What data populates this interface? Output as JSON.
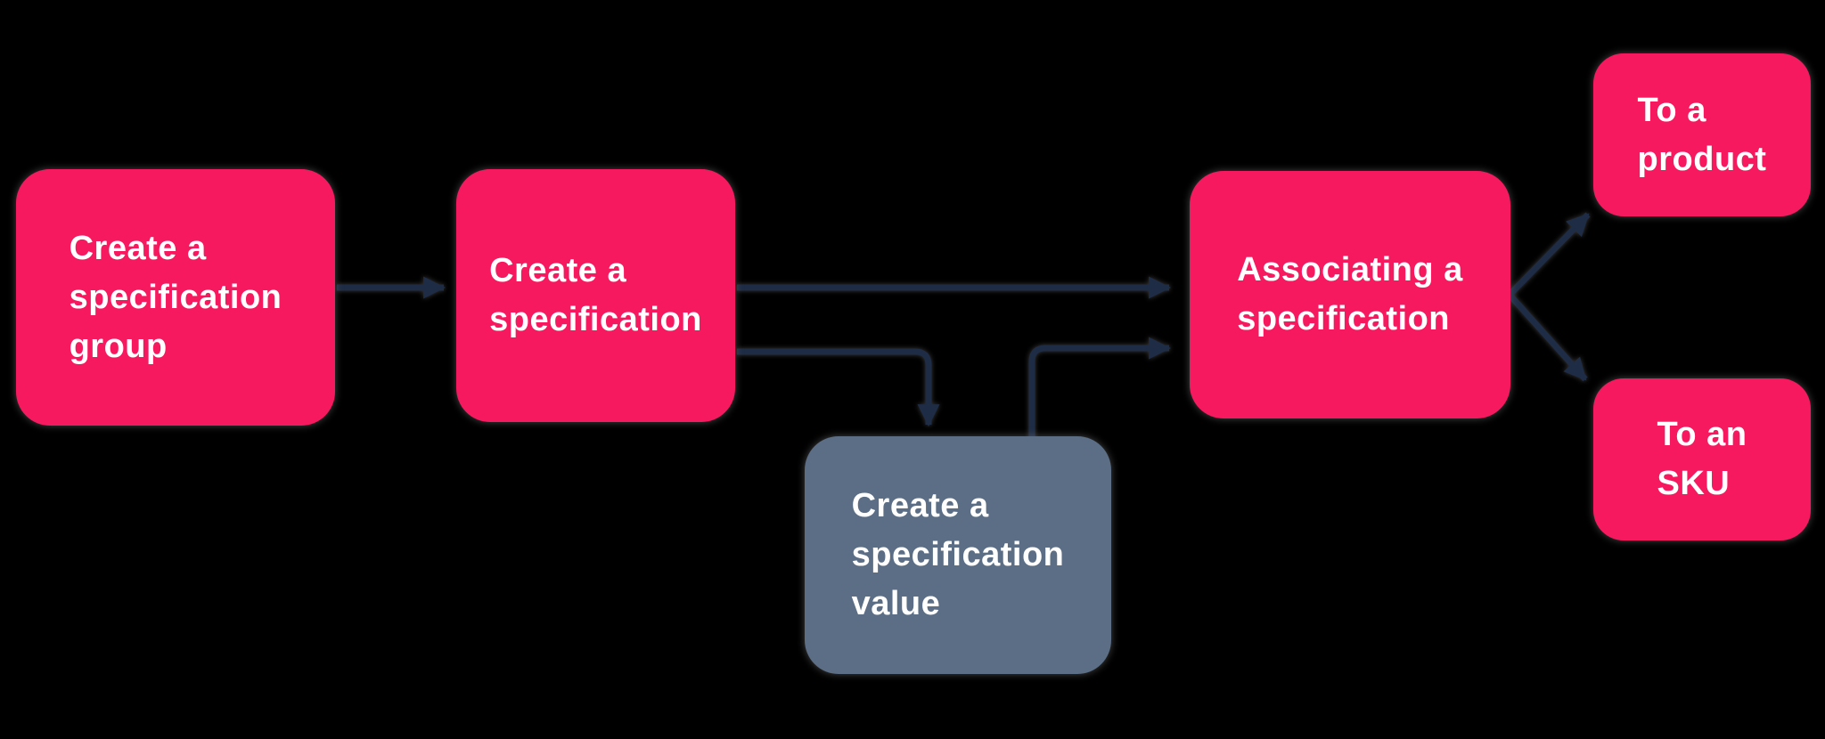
{
  "canvas": {
    "background": "#000000"
  },
  "colors": {
    "node_pink": "#F71960",
    "node_slate": "#5B6E85",
    "arrow": "#1E2C45",
    "label_text": "#FFFFFF"
  },
  "nodes": [
    {
      "id": "create-specification-group",
      "color": "pink",
      "lines": [
        "Create a",
        "specification",
        "group"
      ]
    },
    {
      "id": "create-specification",
      "color": "pink",
      "lines": [
        "Create a",
        "specification"
      ]
    },
    {
      "id": "create-specification-value",
      "color": "slate",
      "lines": [
        "Create a",
        "specification",
        "value"
      ]
    },
    {
      "id": "associating-a-specification",
      "color": "pink",
      "lines": [
        "Associating a",
        "specification"
      ]
    },
    {
      "id": "to-a-product",
      "color": "pink",
      "lines": [
        "To a",
        "product"
      ]
    },
    {
      "id": "to-an-sku",
      "color": "pink",
      "lines": [
        "To an",
        "SKU"
      ]
    }
  ],
  "edges": [
    {
      "from": "create-specification-group",
      "to": "create-specification"
    },
    {
      "from": "create-specification",
      "to": "associating-a-specification"
    },
    {
      "from": "create-specification",
      "to": "create-specification-value"
    },
    {
      "from": "create-specification-value",
      "to": "associating-a-specification"
    },
    {
      "from": "associating-a-specification",
      "to": "to-a-product"
    },
    {
      "from": "associating-a-specification",
      "to": "to-an-sku"
    }
  ]
}
